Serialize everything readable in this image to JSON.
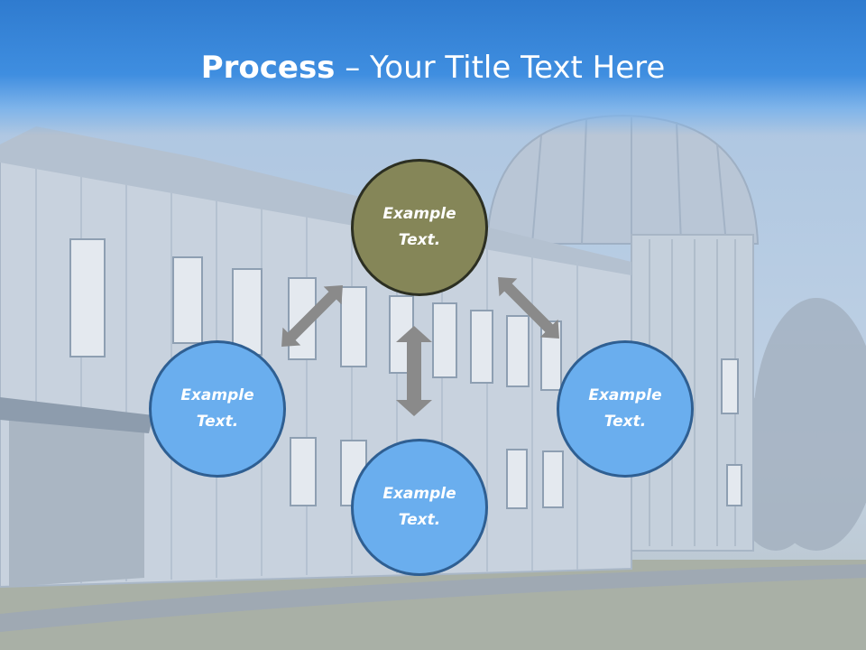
{
  "title": {
    "bold": "Process",
    "rest": " – Your Title Text Here"
  },
  "nodes": {
    "top": {
      "line1": "Example",
      "line2": "Text."
    },
    "left": {
      "line1": "Example",
      "line2": "Text."
    },
    "right": {
      "line1": "Example",
      "line2": "Text."
    },
    "bottom": {
      "line1": "Example",
      "line2": "Text."
    }
  },
  "colors": {
    "header_blue": "#3f8ee0",
    "top_node_fill": "#858658",
    "blue_node_fill": "#6aaeee",
    "arrow_gray": "#8a8a8a"
  }
}
